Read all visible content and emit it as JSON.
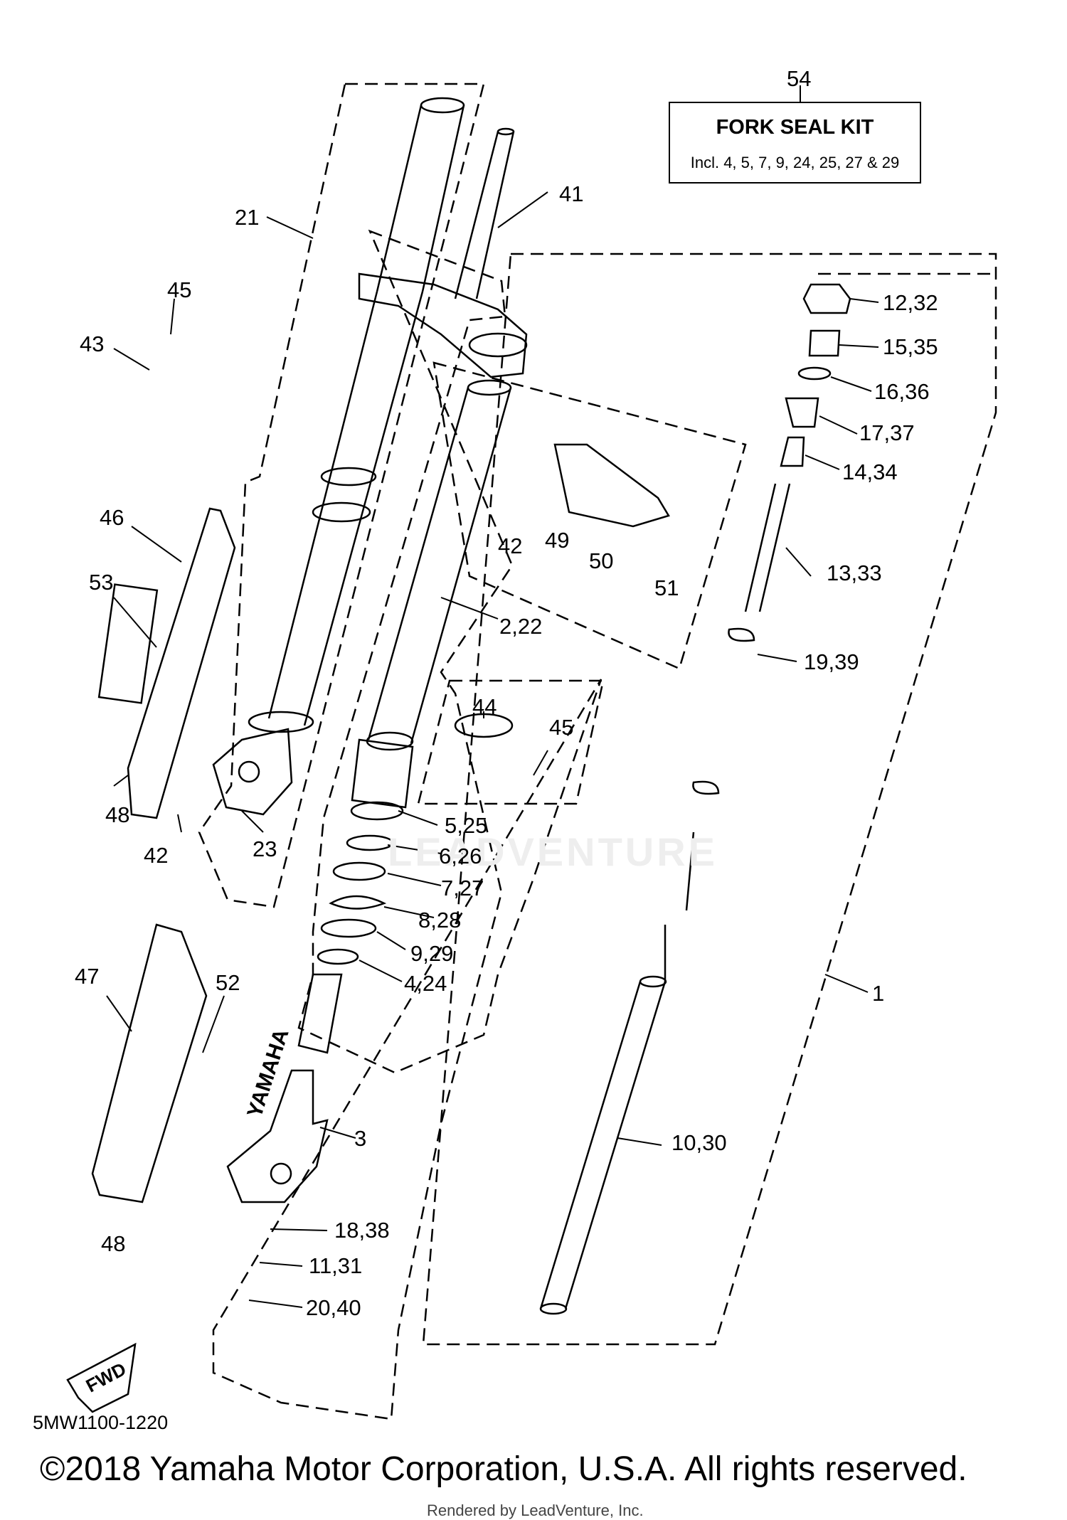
{
  "kit": {
    "callout": "54",
    "title": "FORK SEAL KIT",
    "contents": "Incl. 4, 5, 7, 9, 24, 25, 27 & 29"
  },
  "callouts": [
    "21",
    "41",
    "45",
    "43",
    "46",
    "53",
    "48",
    "42",
    "23",
    "47",
    "52",
    "48",
    "2,22",
    "44",
    "45",
    "42",
    "49",
    "50",
    "51",
    "5,25",
    "6,26",
    "7,27",
    "8,28",
    "9,29",
    "4,24",
    "3",
    "18,38",
    "11,31",
    "20,40",
    "12,32",
    "15,35",
    "16,36",
    "17,37",
    "14,34",
    "13,33",
    "19,39",
    "1",
    "10,30"
  ],
  "diagram_code": "5MW1100-1220",
  "fwd_label": "FWD",
  "brand_text": "YAMAHA",
  "watermark": "LEADVENTURE",
  "copyright": "©2018 Yamaha Motor Corporation, U.S.A. All rights reserved.",
  "rendered_by": "Rendered by LeadVenture, Inc."
}
